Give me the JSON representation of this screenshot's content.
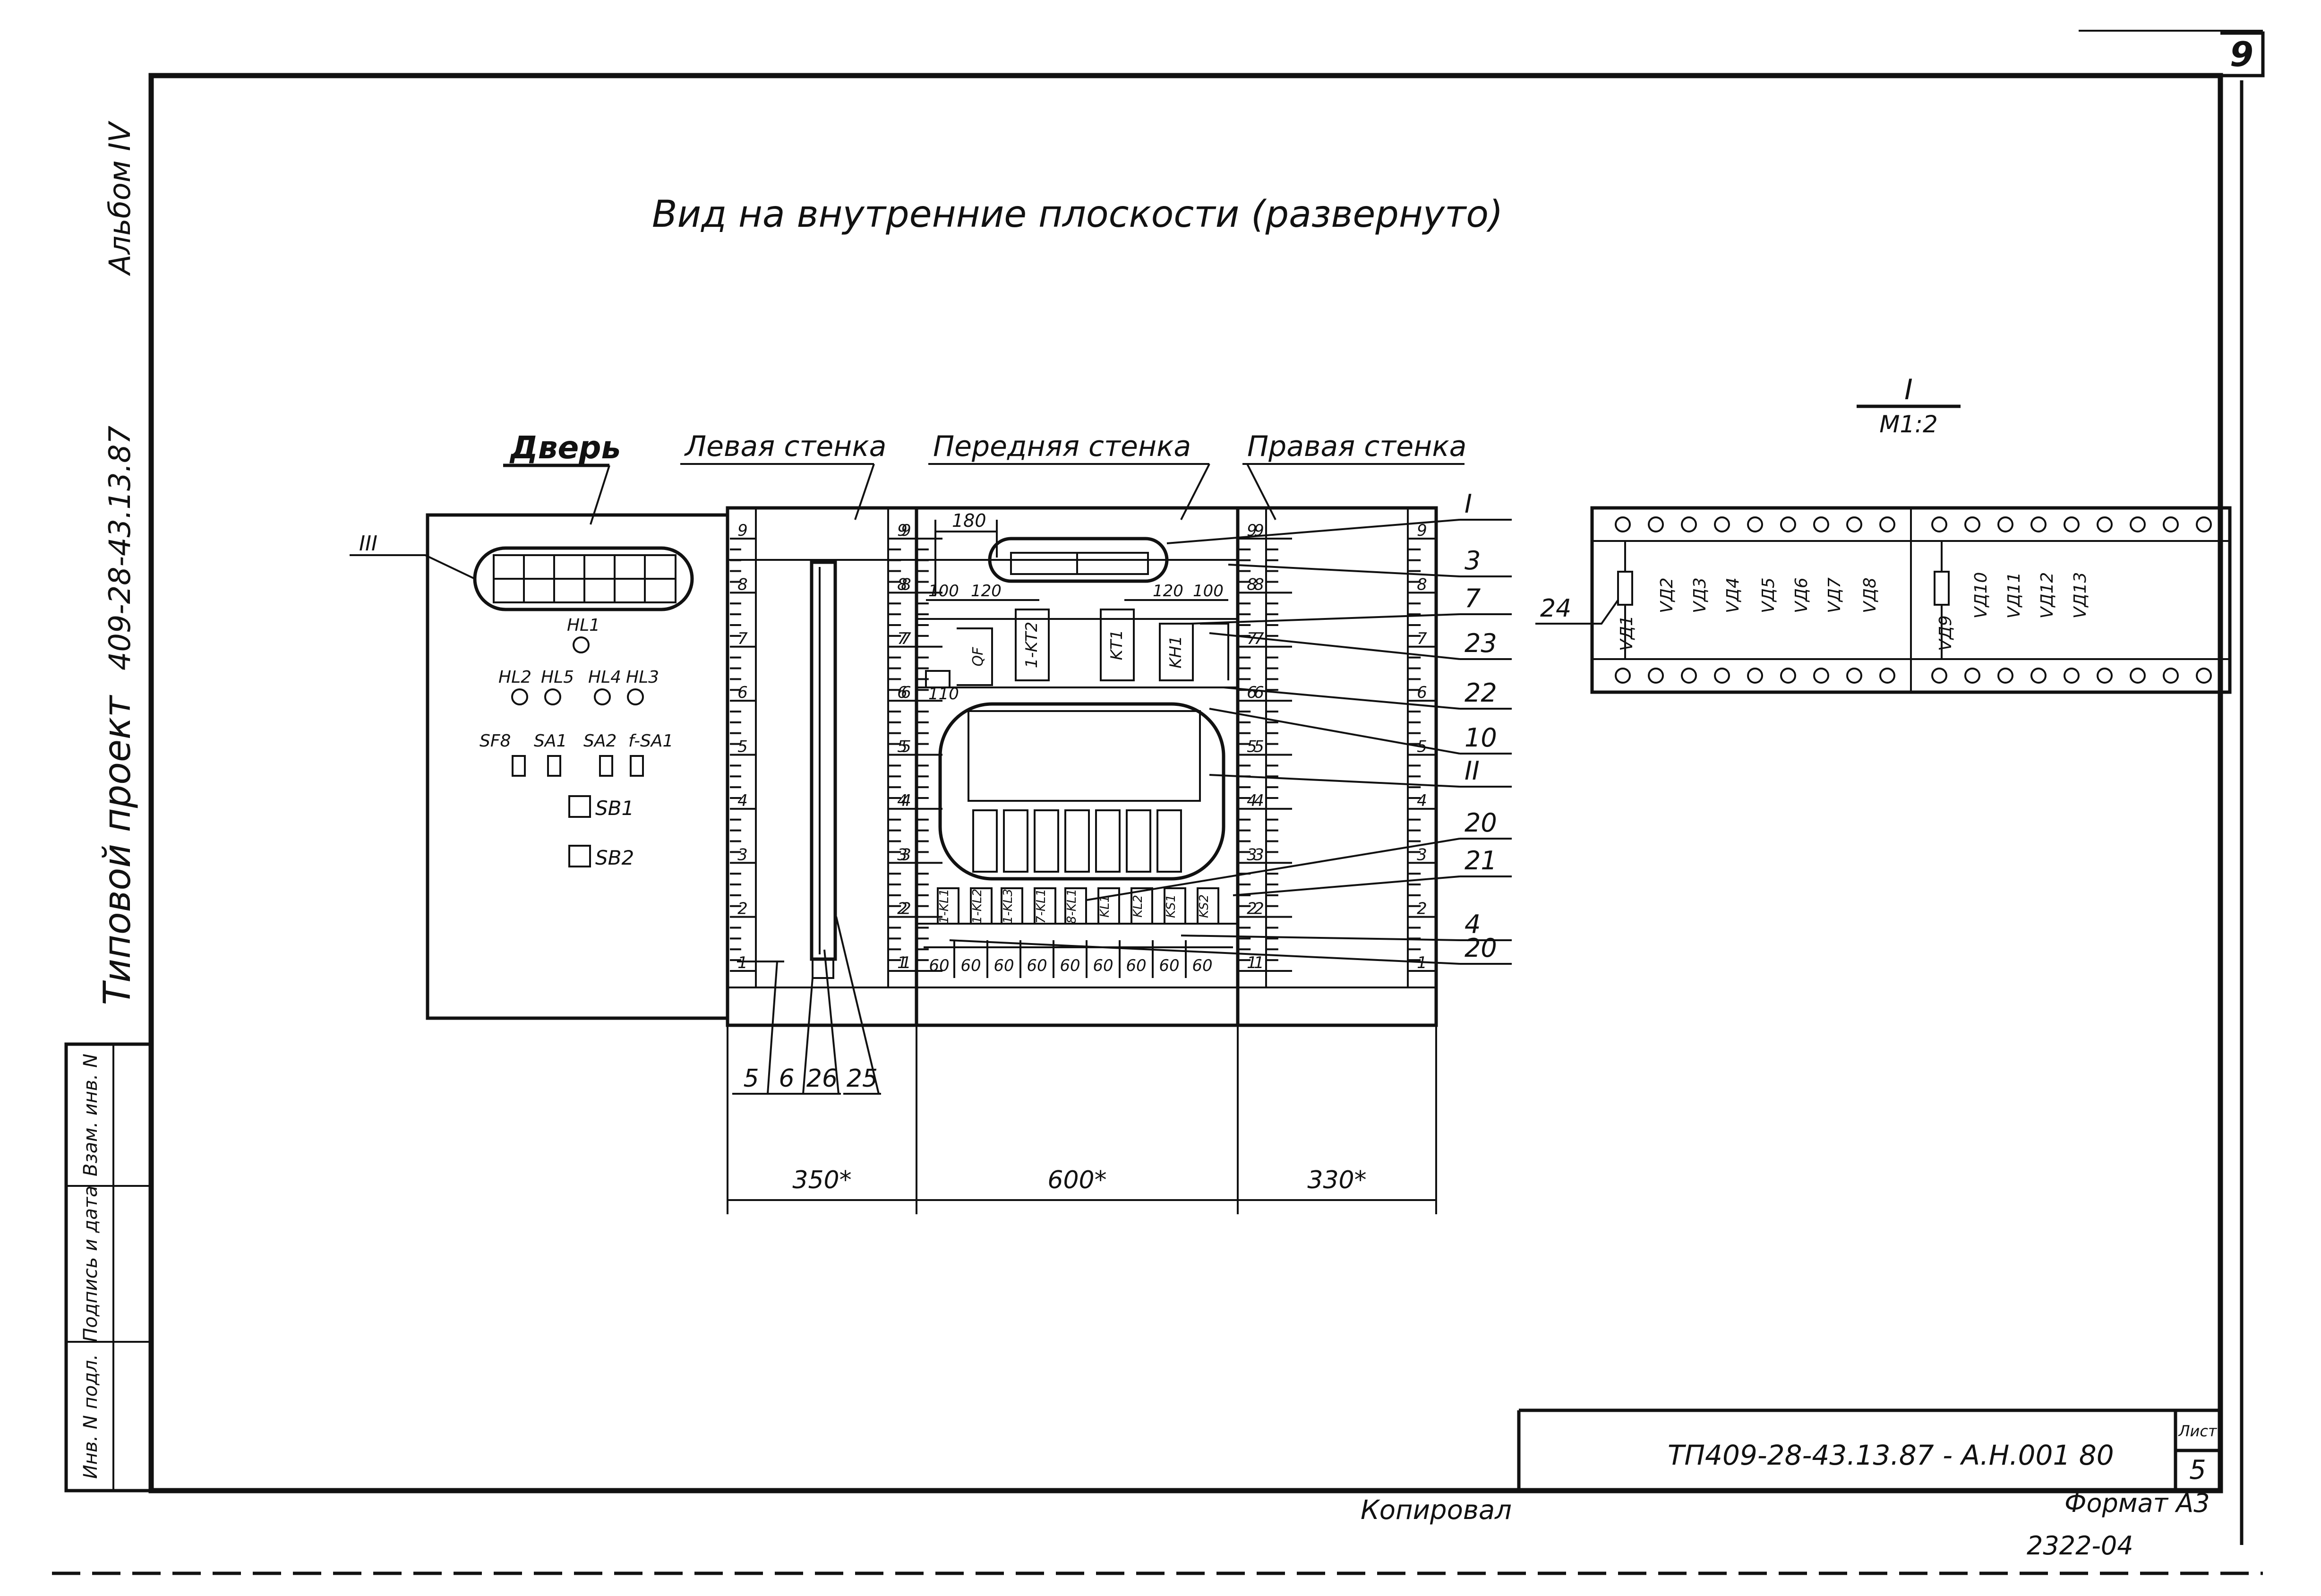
{
  "sheet": {
    "page_number": "9",
    "title": "Вид  на внутренние плоскости (развернуто)",
    "sidebar_album": "Альбом IV",
    "sidebar_project_code": "409-28-43.13.87",
    "sidebar_project": "Типовой проект"
  },
  "stamp_column": {
    "inv_no": "Инв. N подл.",
    "sign_date": "Подпись и дата",
    "replace_inv": "Взам. инв. N"
  },
  "views": {
    "door": "Дверь",
    "left_wall": "Левая стенка",
    "front_wall": "Передняя стенка",
    "right_wall": "Правая стенка"
  },
  "door_labels": {
    "callout": "III",
    "hl1": "HL1",
    "hl2": "HL2",
    "hl5": "HL5",
    "hl4": "HL4",
    "hl3": "HL3",
    "sf8": "SF8",
    "sa1": "SA1",
    "sa2": "SA2",
    "f_sa1": "f-SA1",
    "sb1": "SB1",
    "sb2": "SB2"
  },
  "scale_ticks": [
    "1",
    "2",
    "3",
    "4",
    "5",
    "6",
    "7",
    "8",
    "9"
  ],
  "front_dims": {
    "d180": "180",
    "d100a": "100",
    "d120a": "120",
    "d120b": "120",
    "d100b": "100",
    "d110": "110",
    "bottom_60": [
      "60",
      "60",
      "60",
      "60",
      "60",
      "60",
      "60",
      "60",
      "60"
    ]
  },
  "front_relays": {
    "kt2": "1-KT2",
    "kt1": "KT1",
    "kh1": "KH1",
    "qf": "QF"
  },
  "bottom_relays": [
    "1-KL1",
    "1-KL2",
    "1-KL3",
    "7-KL1",
    "8-KL1",
    "KL1",
    "KL2",
    "KS1",
    "KS2"
  ],
  "right_callouts": [
    "I",
    "3",
    "7",
    "23",
    "22",
    "10",
    "II",
    "20",
    "21",
    "4",
    "20"
  ],
  "bottom_callouts": [
    "5",
    "6",
    "26",
    "25"
  ],
  "widths": {
    "left": "350*",
    "front": "600*",
    "right": "330*"
  },
  "detail": {
    "title": "I",
    "scale": "M1:2",
    "callout": "24",
    "diodes": [
      "VД1",
      "VД2",
      "VД3",
      "VД4",
      "VД5",
      "VД6",
      "VД7",
      "VД8",
      "VД9",
      "VД10",
      "VД11",
      "VД12",
      "VД13"
    ]
  },
  "title_block": {
    "designation": "ТП409-28-43.13.87 - А.Н.001 80",
    "sheet_label": "Лист",
    "sheet_no": "5"
  },
  "footer": {
    "copied": "Копировал",
    "format": "Формат А3",
    "order": "2322-04"
  }
}
